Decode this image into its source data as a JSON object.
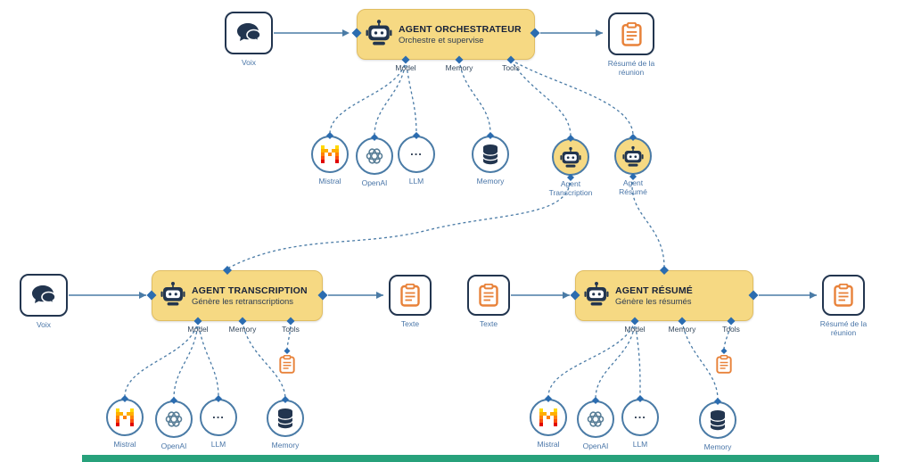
{
  "colors": {
    "line-blue": "#4a7ba6",
    "diamond-blue": "#2b6cb0",
    "node-yellow": "#f6d983",
    "node-yellow-border": "#e0bd62",
    "navy": "#22354f",
    "orange": "#e8823a",
    "label-blue": "#4a76a8",
    "port-label": "#33475c",
    "title-dark": "#16213a",
    "green-bar": "#27a17b"
  },
  "ports": {
    "model": "Model",
    "memory": "Memory",
    "tools": "Tools"
  },
  "agents": {
    "orchestrator": {
      "title": "AGENT ORCHESTRATEUR",
      "subtitle": "Orchestre et supervise"
    },
    "transcription": {
      "title": "AGENT TRANSCRIPTION",
      "subtitle": "Génère les retranscriptions"
    },
    "resume": {
      "title": "AGENT RÉSUMÉ",
      "subtitle": "Génère les résumés"
    }
  },
  "io": {
    "voix_top": "Voix",
    "resume_top": "Résumé de la réunion",
    "voix_bottom": "Voix",
    "texte_out": "Texte",
    "texte_in": "Texte",
    "resume_bottom": "Résumé de la réunion"
  },
  "subnodes": {
    "mistral": "Mistral",
    "openai": "OpenAI",
    "llm": "LLM",
    "llm_dots": "...",
    "memory": "Memory",
    "agent_transcription": "Agent Transcription",
    "agent_resume": "Agent Résumé"
  }
}
